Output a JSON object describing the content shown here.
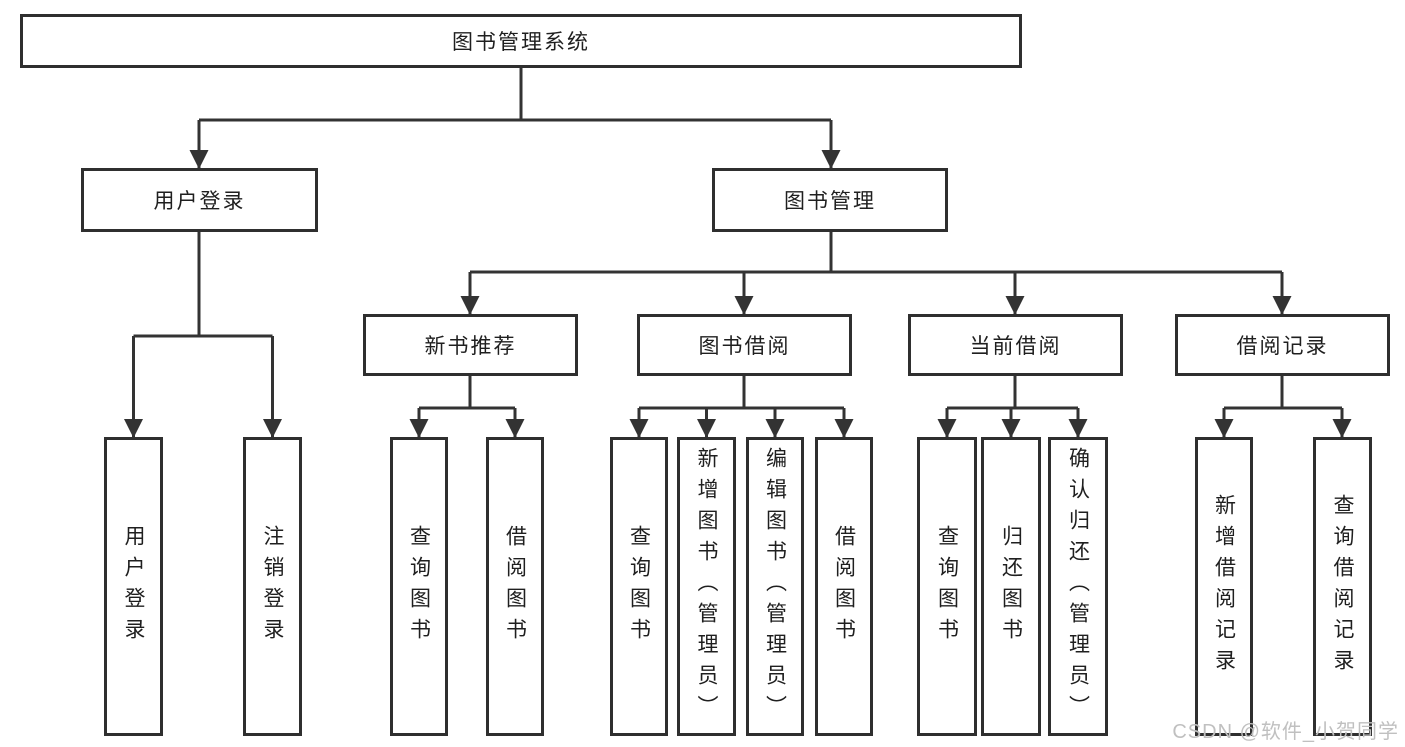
{
  "tree": {
    "label": "图书管理系统",
    "children": [
      {
        "label": "用户登录",
        "children": [
          {
            "label": "用户登录"
          },
          {
            "label": "注销登录"
          }
        ]
      },
      {
        "label": "图书管理",
        "children": [
          {
            "label": "新书推荐",
            "children": [
              {
                "label": "查询图书"
              },
              {
                "label": "借阅图书"
              }
            ]
          },
          {
            "label": "图书借阅",
            "children": [
              {
                "label": "查询图书"
              },
              {
                "label": "新增图书（管理员）"
              },
              {
                "label": "编辑图书（管理员）"
              },
              {
                "label": "借阅图书"
              }
            ]
          },
          {
            "label": "当前借阅",
            "children": [
              {
                "label": "查询图书"
              },
              {
                "label": "归还图书"
              },
              {
                "label": "确认归还（管理员）"
              }
            ]
          },
          {
            "label": "借阅记录",
            "children": [
              {
                "label": "新增借阅记录"
              },
              {
                "label": "查询借阅记录"
              }
            ]
          }
        ]
      }
    ]
  },
  "watermark": {
    "text": "CSDN @软件_小贺同学"
  },
  "colors": {
    "line": "#333333",
    "box_border": "#2f2f2f",
    "text": "#1f1f1f",
    "watermark": "#c0c0c0",
    "background": "#ffffff"
  }
}
